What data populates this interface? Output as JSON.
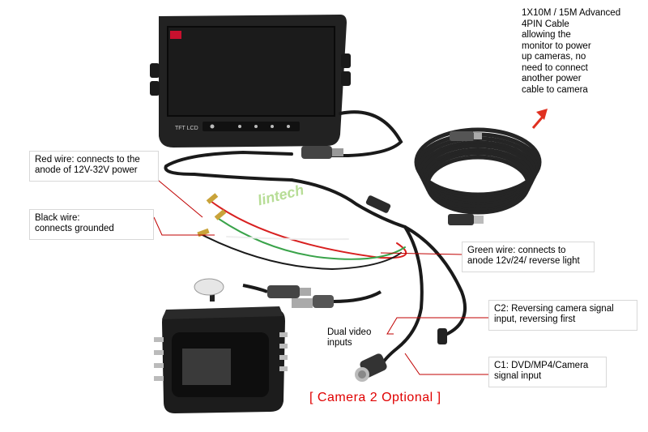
{
  "cable_description": {
    "lines": [
      "1X10M / 15M Advanced",
      "4PIN Cable",
      "allowing the",
      "monitor to power",
      "up cameras, no",
      "need to connect",
      "another power",
      "cable to camera"
    ]
  },
  "labels": {
    "red_wire": [
      "Red wire: connects to the",
      "anode of 12V-32V power"
    ],
    "black_wire": [
      "Black wire:",
      "connects grounded"
    ],
    "green_wire": [
      "Green wire: connects to",
      "anode 12v/24/ reverse light"
    ],
    "c2": [
      "C2: Reversing camera signal",
      "input, reversing first"
    ],
    "c1": [
      "C1: DVD/MP4/Camera",
      "signal input"
    ],
    "dual_video": [
      "Dual video",
      "inputs"
    ]
  },
  "camera_optional": "[ Camera 2 Optional ]",
  "watermark": "lintech",
  "colors": {
    "red_wire": "#d82020",
    "green_wire": "#3aa34a",
    "callout_line": "#c00000",
    "cable": "#1a1a1a",
    "arrow": "#e03020"
  }
}
